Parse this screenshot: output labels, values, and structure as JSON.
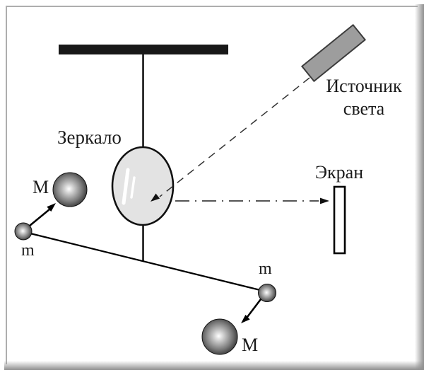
{
  "diagram": {
    "description": "Torsion balance (Cavendish experiment) optical-lever scheme",
    "labels": {
      "mirror": "Зеркало",
      "light_source_line1": "Источник",
      "light_source_line2": "света",
      "screen": "Экран",
      "large_mass_left": "M",
      "small_mass_left": "m",
      "small_mass_right": "m",
      "large_mass_right": "M"
    },
    "colors": {
      "background": "#ffffff",
      "ceiling_bar": "#181818",
      "mirror_fill": "#e3e3e3",
      "mirror_stroke": "#111111",
      "light_source_fill": "#9d9d9d",
      "light_source_stroke": "#3c3c3c",
      "incident_ray": "#333333",
      "reflected_ray": "#555555",
      "rod": "#000000",
      "sphere_highlight": "#ffffff",
      "sphere_shadow": "#1e1e1e",
      "frame_line": "#aeaeae",
      "frame_shadow": "#8f8f8f"
    }
  }
}
